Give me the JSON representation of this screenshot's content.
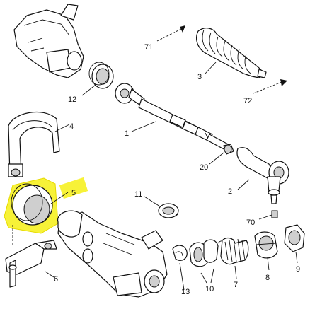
{
  "callouts": {
    "c1": "1",
    "c2": "2",
    "c3": "3",
    "c4": "4",
    "c5": "5",
    "c6": "6",
    "c7": "7",
    "c8": "8",
    "c9": "9",
    "c10": "10",
    "c11": "11",
    "c12": "12",
    "c13": "13",
    "c20": "20",
    "c70": "70",
    "c71": "71",
    "c72": "72"
  },
  "highlight": {
    "part": "5",
    "color": "#f7f238"
  }
}
